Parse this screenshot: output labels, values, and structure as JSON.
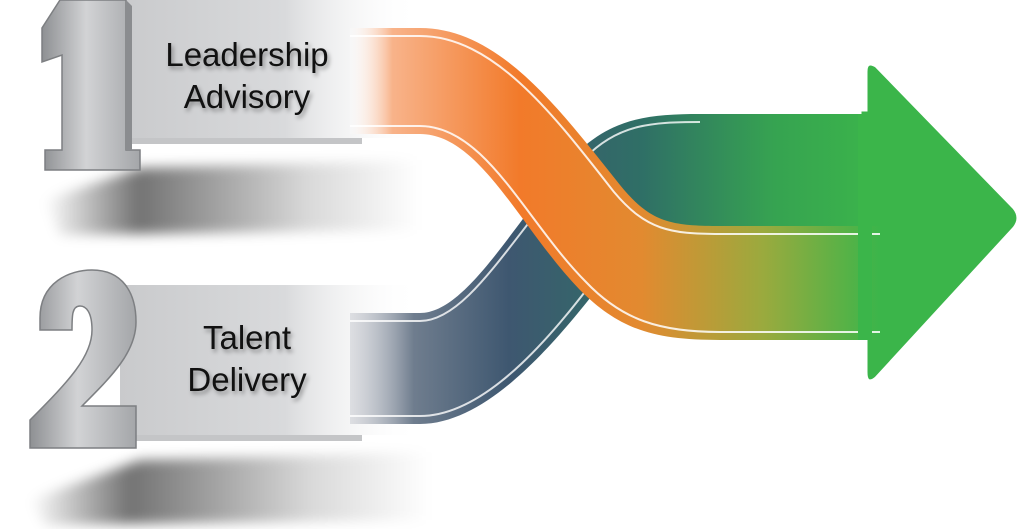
{
  "steps": [
    {
      "number": "1",
      "line1": "Leadership",
      "line2": "Advisory",
      "band_color": "#f47a2a"
    },
    {
      "number": "2",
      "line1": "Talent",
      "line2": "Delivery",
      "band_color": "#3f5a73"
    }
  ],
  "colors": {
    "orange": "#f47a2a",
    "orange_light": "#f8b38a",
    "slate": "#3f5a73",
    "teal": "#2f6d66",
    "green": "#3bb54a",
    "silver": "#bfc1c4"
  }
}
